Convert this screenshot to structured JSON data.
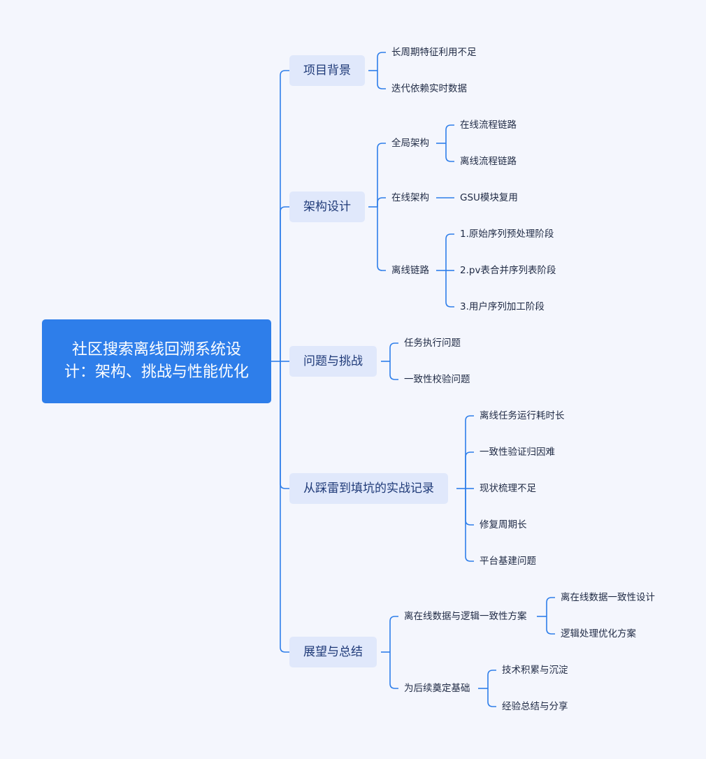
{
  "root": {
    "title": "社区搜索离线回溯系统设计：架构、挑战与性能优化"
  },
  "branches": [
    {
      "label": "项目背景",
      "children": [
        {
          "label": "长周期特征利用不足"
        },
        {
          "label": "迭代依赖实时数据"
        }
      ]
    },
    {
      "label": "架构设计",
      "children": [
        {
          "label": "全局架构",
          "children": [
            {
              "label": "在线流程链路"
            },
            {
              "label": "离线流程链路"
            }
          ]
        },
        {
          "label": "在线架构",
          "children": [
            {
              "label": "GSU模块复用"
            }
          ]
        },
        {
          "label": "离线链路",
          "children": [
            {
              "label": "1.原始序列预处理阶段"
            },
            {
              "label": "2.pv表合并序列表阶段"
            },
            {
              "label": "3.用户序列加工阶段"
            }
          ]
        }
      ]
    },
    {
      "label": "问题与挑战",
      "children": [
        {
          "label": "任务执行问题"
        },
        {
          "label": "一致性校验问题"
        }
      ]
    },
    {
      "label": "从踩雷到填坑的实战记录",
      "children": [
        {
          "label": "离线任务运行耗时长"
        },
        {
          "label": "一致性验证归因难"
        },
        {
          "label": "现状梳理不足"
        },
        {
          "label": "修复周期长"
        },
        {
          "label": "平台基建问题"
        }
      ]
    },
    {
      "label": "展望与总结",
      "children": [
        {
          "label": "离在线数据与逻辑一致性方案",
          "children": [
            {
              "label": "离在线数据一致性设计"
            },
            {
              "label": "逻辑处理优化方案"
            }
          ]
        },
        {
          "label": "为后续奠定基础",
          "children": [
            {
              "label": "技术积累与沉淀"
            },
            {
              "label": "经验总结与分享"
            }
          ]
        }
      ]
    }
  ],
  "colors": {
    "background": "#f4f6fd",
    "root_fill": "#2e7eea",
    "branch_fill": "#e0e8fb",
    "connector": "#2e7eea"
  }
}
